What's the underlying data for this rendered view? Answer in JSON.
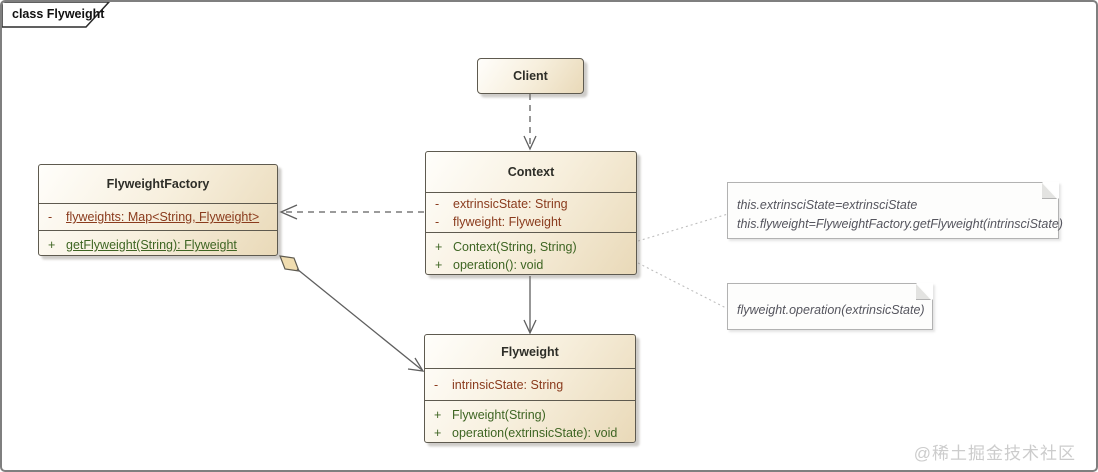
{
  "frame": {
    "label": "class Flyweight"
  },
  "diagram": {
    "classes": {
      "client": {
        "name": "Client"
      },
      "factory": {
        "name": "FlyweightFactory",
        "attributes": [
          {
            "vis": "-",
            "text": "flyweights: Map<String, Flyweight>"
          }
        ],
        "methods": [
          {
            "vis": "+",
            "text": "getFlyweight(String): Flyweight"
          }
        ]
      },
      "context": {
        "name": "Context",
        "attributes": [
          {
            "vis": "-",
            "text": "extrinsicState: String"
          },
          {
            "vis": "-",
            "text": "flyweight: Flyweight"
          }
        ],
        "methods": [
          {
            "vis": "+",
            "text": "Context(String, String)"
          },
          {
            "vis": "+",
            "text": "operation(): void"
          }
        ]
      },
      "flyweight": {
        "name": "Flyweight",
        "attributes": [
          {
            "vis": "-",
            "text": "intrinsicState: String"
          }
        ],
        "methods": [
          {
            "vis": "+",
            "text": "Flyweight(String)"
          },
          {
            "vis": "+",
            "text": "operation(extrinsicState): void"
          }
        ]
      }
    },
    "notes": [
      {
        "lines": [
          "this.extrinsciState=extrinsciState",
          "this.flyweight=FlyweightFactory.getFlyweight(intrinsciState)"
        ]
      },
      {
        "lines": [
          "flyweight.operation(extrinsicState)"
        ]
      }
    ],
    "relationships": [
      "Client ..> Context (dependency)",
      "Context ..> FlyweightFactory (dependency)",
      "Context --> Flyweight (association)",
      "FlyweightFactory o-- Flyweight (aggregation)"
    ]
  },
  "colors": {
    "attribute_text": "#8a3b1d",
    "method_text": "#3e6523",
    "box_border": "#5e5a4f",
    "box_fill_light": "#fffefb",
    "box_fill_dark": "#e9d9b8",
    "note_text": "#55555e",
    "connector": "#5f5f5f",
    "note_link": "#bfbfbf"
  },
  "watermark": "@稀土掘金技术社区"
}
